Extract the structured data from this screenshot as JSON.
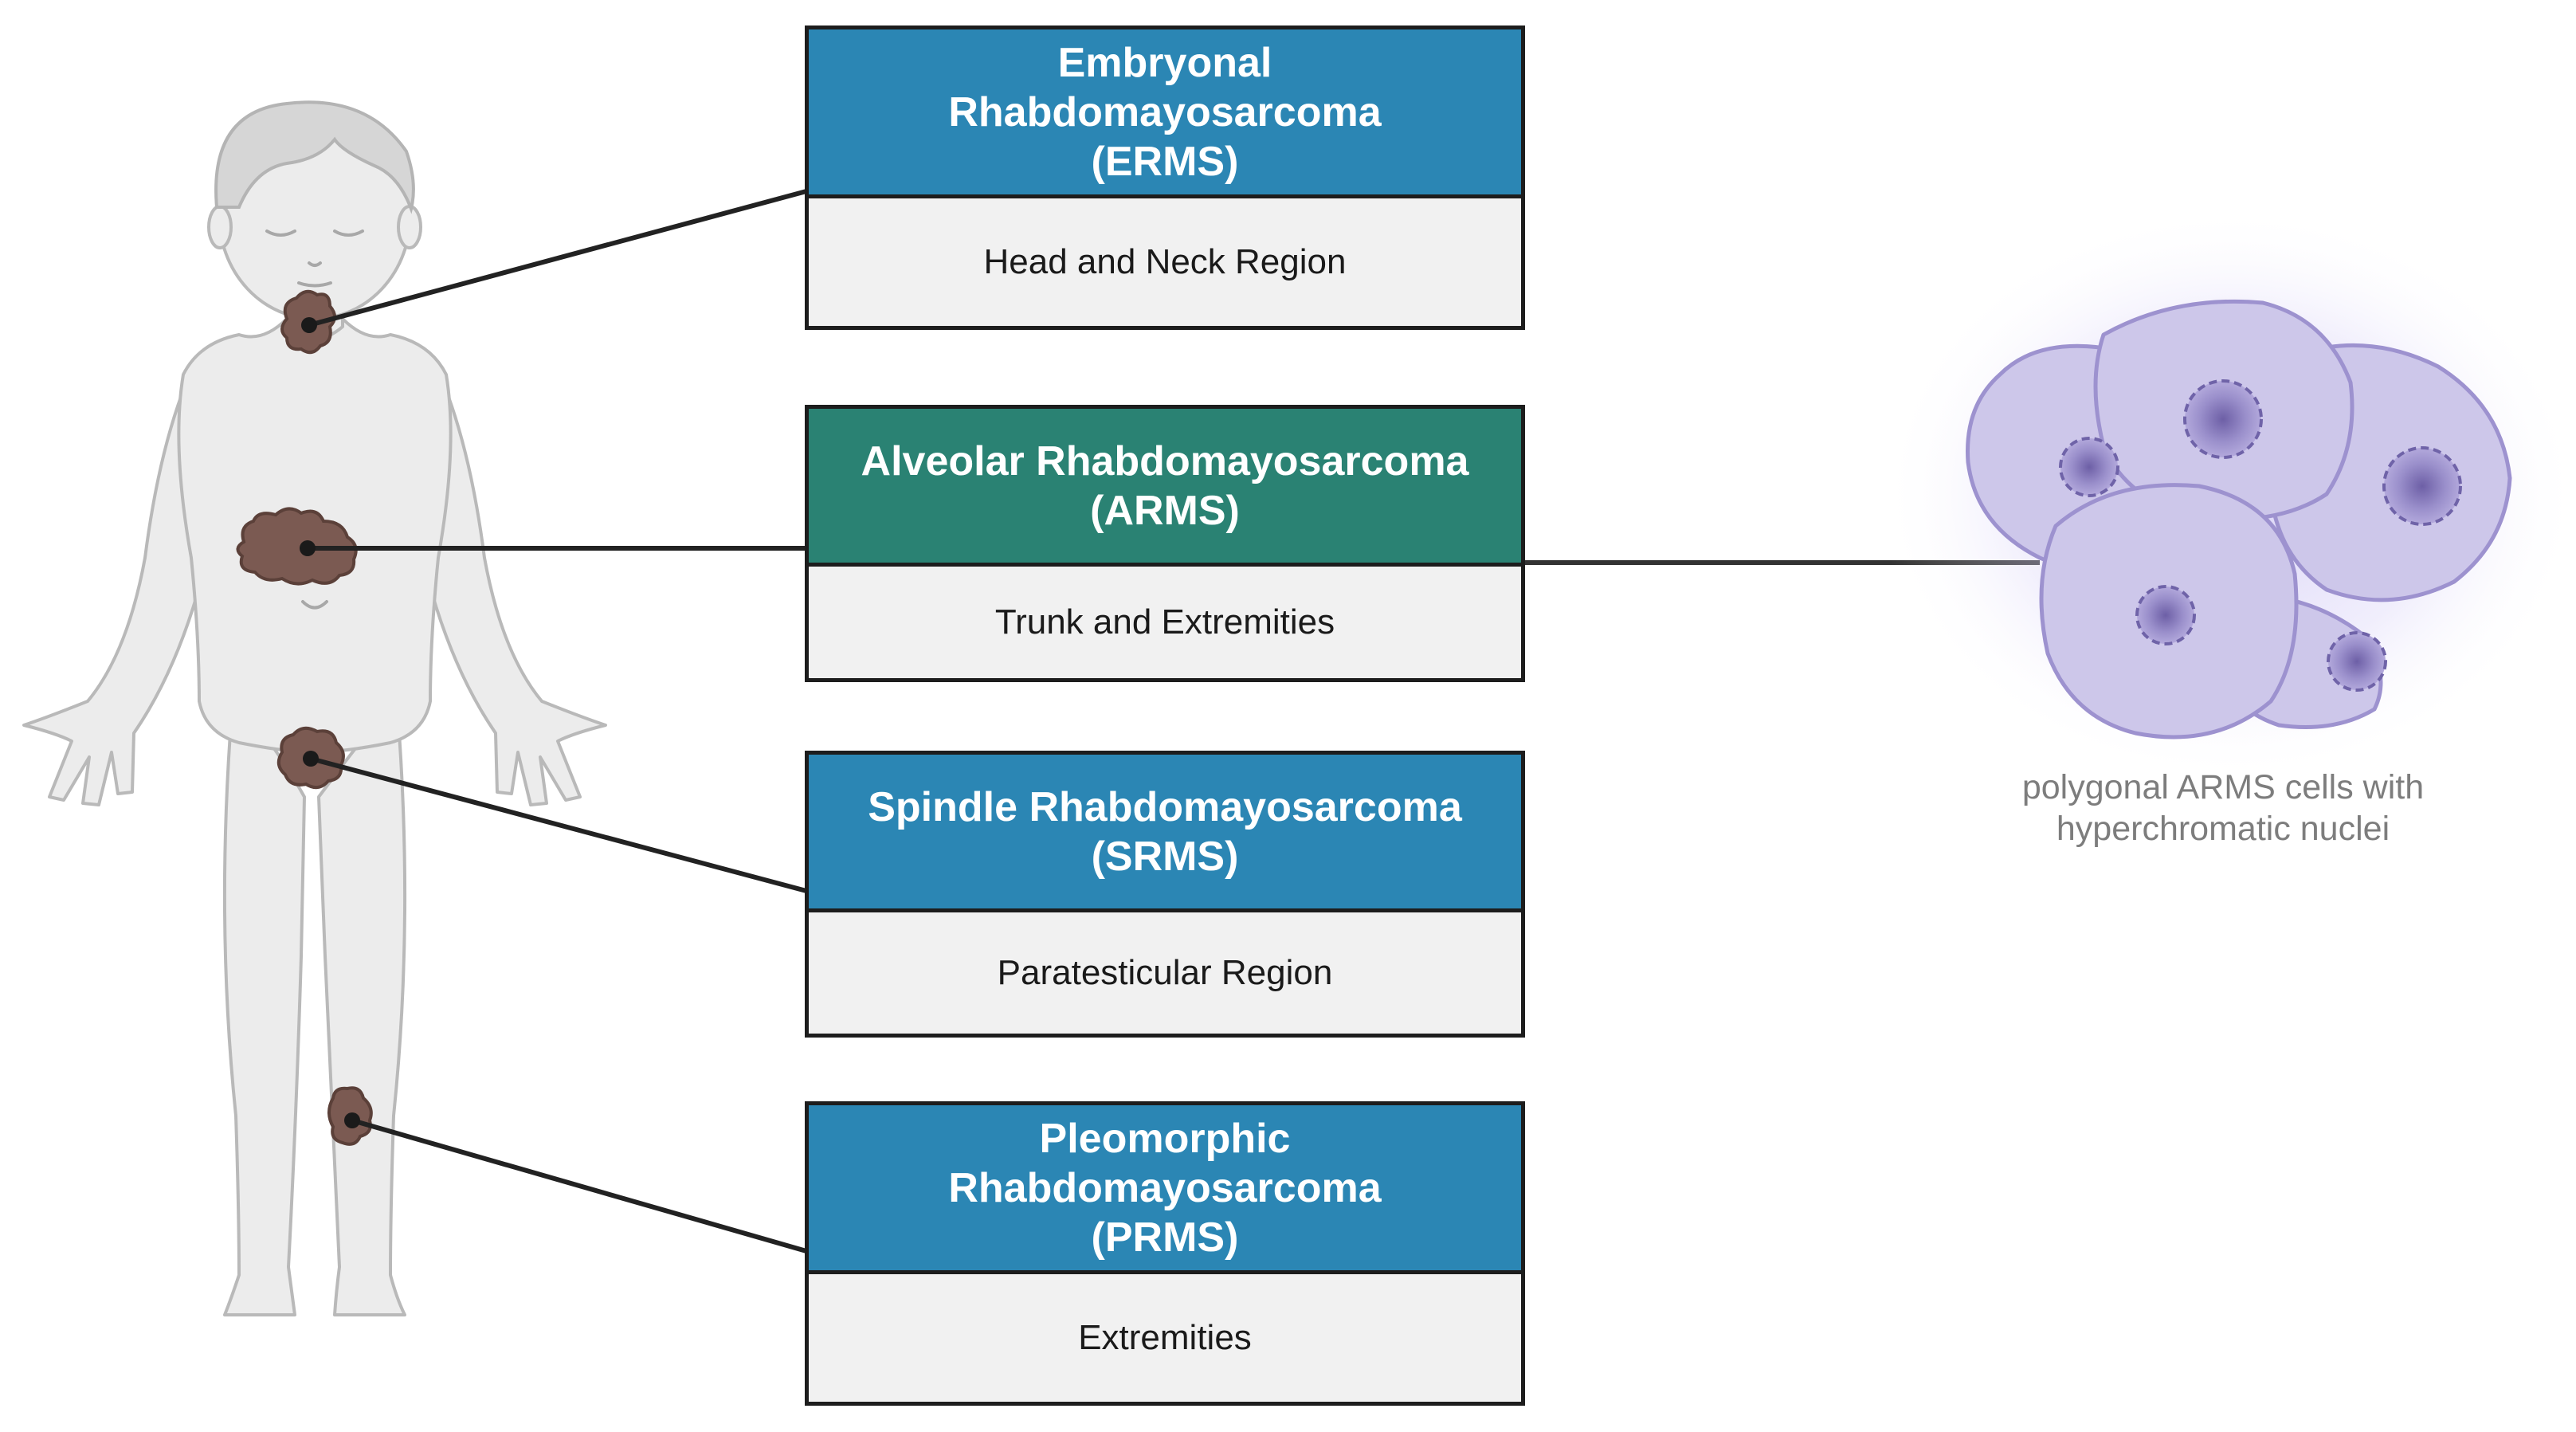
{
  "colors": {
    "blue_header": "#2b86b4",
    "teal_header": "#2a8273",
    "body_fill": "#f1f1f1",
    "tumor": "#7b5a52",
    "cell_fill": "#c9c3e6",
    "cell_nucleus": "#8a7fb8"
  },
  "subtypes": [
    {
      "title": "Embryonal\nRhabdomayosarcoma\n(ERMS)",
      "location": "Head and Neck Region",
      "color": "#2b86b4"
    },
    {
      "title": "Alveolar Rhabdomayosarcoma\n(ARMS)",
      "location": "Trunk and Extremities",
      "color": "#2a8273"
    },
    {
      "title": "Spindle Rhabdomayosarcoma\n(SRMS)",
      "location": "Paratesticular Region",
      "color": "#2b86b4"
    },
    {
      "title": "Pleomorphic\nRhabdomayosarcoma\n(PRMS)",
      "location": "Extremities",
      "color": "#2b86b4"
    }
  ],
  "cells_caption": "polygonal ARMS cells with\nhyperchromatic nuclei",
  "icons": {
    "figure": "child-body-icon",
    "tumor": "tumor-mass-icon",
    "cells": "cell-cluster-icon"
  }
}
